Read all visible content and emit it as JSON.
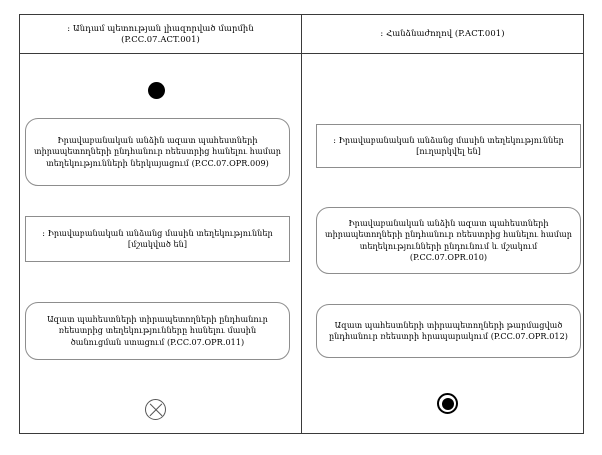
{
  "diagram": {
    "type": "uml-activity-diagram",
    "title": "",
    "lanes": [
      {
        "id": "lane-left",
        "header": ": Անդամ պետության լիազորված մարմին (P.CC.07.ACT.001)",
        "header_line1": ": Անդամ պետության լիազորված մարմին",
        "header_line2": "(P.CC.07.ACT.001)"
      },
      {
        "id": "lane-right",
        "header": ": Հանձնաժողով (P.ACT.001)",
        "header_line1": ": Հանձնաժողով (P.ACT.001)",
        "header_line2": ""
      }
    ],
    "nodes": {
      "initial": {
        "kind": "initial-node",
        "lane": "lane-left",
        "label": ""
      },
      "left_action_1": {
        "kind": "action",
        "lane": "lane-left",
        "label": "Իրավաբանական անձին ազատ պահեստների տիրապետողների ընդհանուր ռեեստրից հանելու համար տեղեկությունների ներկայացում (P.CC.07.OPR.009)",
        "code": "P.CC.07.OPR.009"
      },
      "left_object_1": {
        "kind": "object-node",
        "lane": "lane-left",
        "label": ": Իրավաբանական անձանց մասին տեղեկություններ [մշակված են]",
        "state": "[մշակված են]"
      },
      "left_action_2": {
        "kind": "action",
        "lane": "lane-left",
        "label": "Ազատ պահեստների տիրապետողների ընդհանուր ռեեստրից տեղեկությունները հանելու մասին ծանուցման ստացում (P.CC.07.OPR.011)",
        "code": "P.CC.07.OPR.011"
      },
      "left_final": {
        "kind": "flow-final-node",
        "lane": "lane-left",
        "label": ""
      },
      "right_object_1": {
        "kind": "object-node",
        "lane": "lane-right",
        "label": ": Իրավաբանական անձանց մասին տեղեկություններ [ուղարկվել են]",
        "state": "[ուղարկվել են]"
      },
      "right_action_1": {
        "kind": "action",
        "lane": "lane-right",
        "label": "Իրավաբանական անձին ազատ պահեստների տիրապետողների ընդհանուր ռեեստրից հանելու համար տեղեկությունների ընդունում և մշակում (P.CC.07.OPR.010)",
        "code": "P.CC.07.OPR.010"
      },
      "right_action_2": {
        "kind": "action",
        "lane": "lane-right",
        "label": "Ազատ պահեստների տիրապետողների թարմացված ընդհանուր ռեեստրի հրապարակում (P.CC.07.OPR.012)",
        "code": "P.CC.07.OPR.012"
      },
      "right_final": {
        "kind": "activity-final-node",
        "lane": "lane-right",
        "label": ""
      }
    },
    "edges": [
      {
        "from": "initial",
        "to": "left_action_1",
        "direction": "down"
      },
      {
        "from": "left_action_1",
        "to": "right_object_1",
        "direction": "right"
      },
      {
        "from": "right_object_1",
        "to": "right_action_1",
        "direction": "down"
      },
      {
        "from": "right_action_1",
        "to": "left_object_1",
        "direction": "left"
      },
      {
        "from": "left_object_1",
        "to": "left_action_2",
        "direction": "down"
      },
      {
        "from": "left_action_2",
        "to": "left_final",
        "direction": "down"
      },
      {
        "from": "right_action_1",
        "to": "right_action_2",
        "direction": "down"
      },
      {
        "from": "right_action_2",
        "to": "right_final",
        "direction": "down"
      }
    ],
    "colors": {
      "frame": "#3a3a3a",
      "node_border": "#8d8d8d",
      "edge": "#666666",
      "text": "#000000",
      "background": "#ffffff",
      "control_node": "#000000"
    }
  }
}
